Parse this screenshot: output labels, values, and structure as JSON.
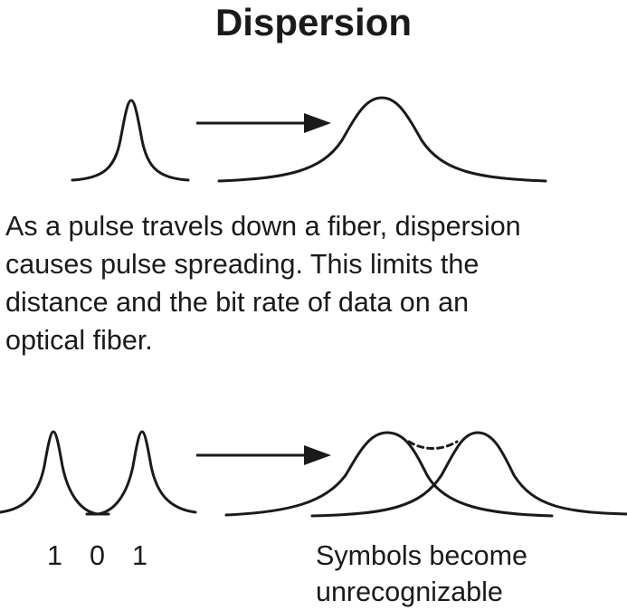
{
  "title": "Dispersion",
  "description": "As a pulse travels down a fiber, dispersion causes pulse spreading. This limits the distance and the bit rate of data on an optical fiber.",
  "description_lines": [
    "As a pulse travels down a fiber, dispersion",
    "causes pulse spreading. This limits the",
    "distance and the bit rate of data on an",
    "optical fiber."
  ],
  "bits": [
    "1",
    "0",
    "1"
  ],
  "caption_lines": [
    "Symbols become",
    "unrecognizable"
  ],
  "colors": {
    "ink": "#1a1a1a",
    "background": "#ffffff"
  }
}
